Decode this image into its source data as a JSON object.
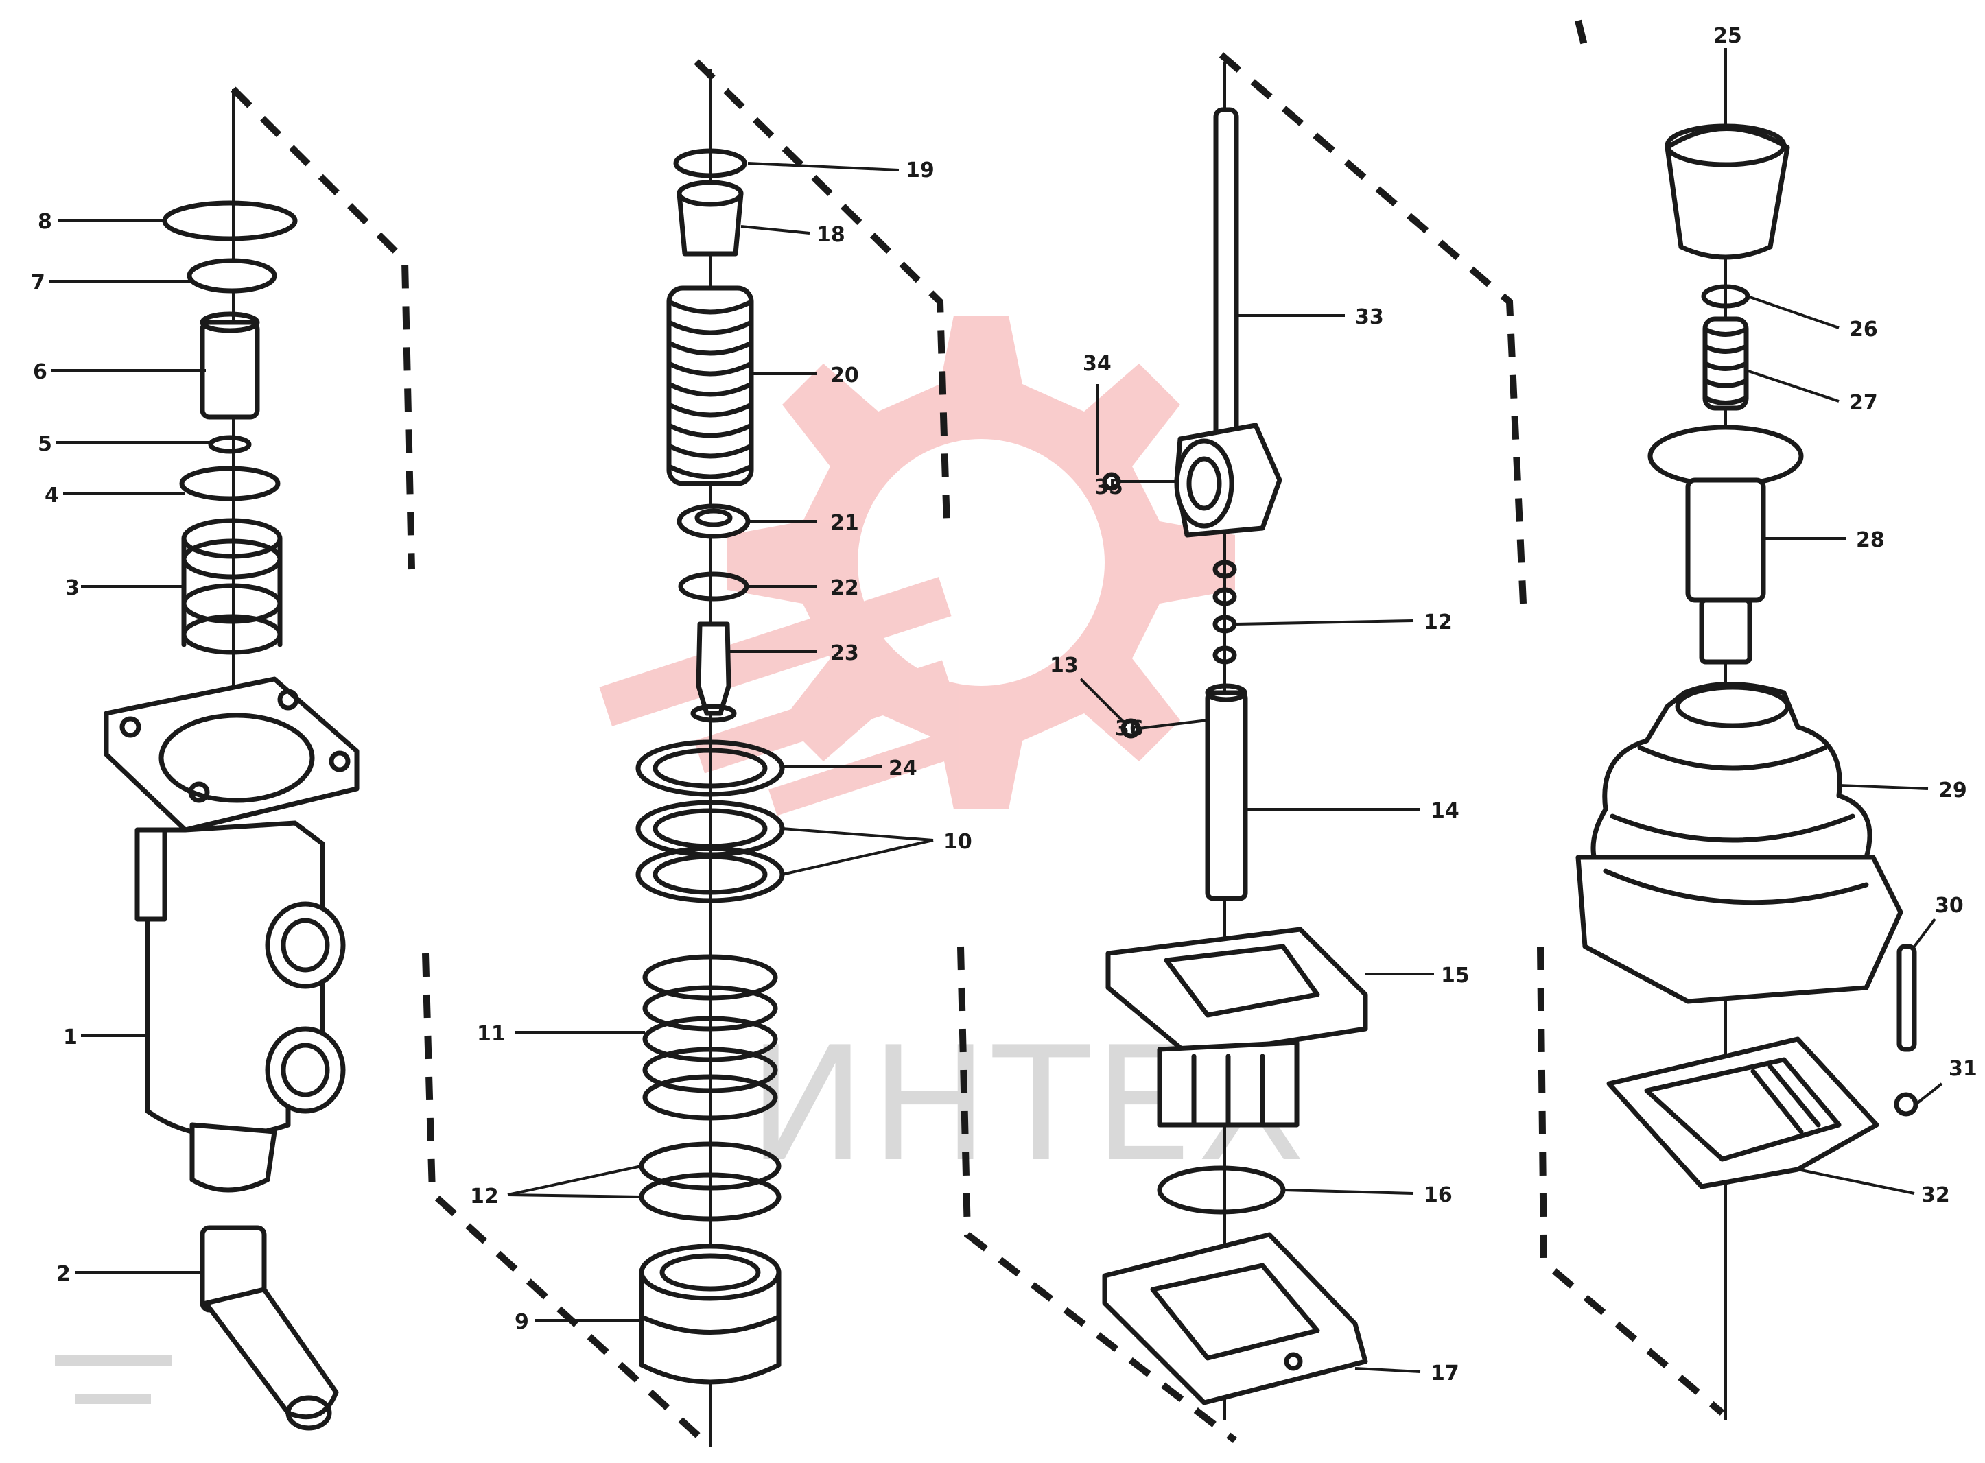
{
  "diagram": {
    "callouts": [
      "1",
      "2",
      "3",
      "4",
      "5",
      "6",
      "7",
      "8",
      "9",
      "10",
      "11",
      "12",
      "13",
      "14",
      "15",
      "16",
      "17",
      "18",
      "19",
      "20",
      "21",
      "22",
      "23",
      "24",
      "25",
      "26",
      "27",
      "28",
      "29",
      "30",
      "31",
      "32",
      "33",
      "34",
      "35",
      "36"
    ],
    "drawing_code": "",
    "drawing_ref": ""
  },
  "watermark": {
    "text": "ИНТЕХ",
    "color": "#f4a3a3"
  },
  "colors": {
    "ink": "#1a1a1a",
    "watermark": "#f4a3a3",
    "watermark_text": "#d9d9d9"
  }
}
